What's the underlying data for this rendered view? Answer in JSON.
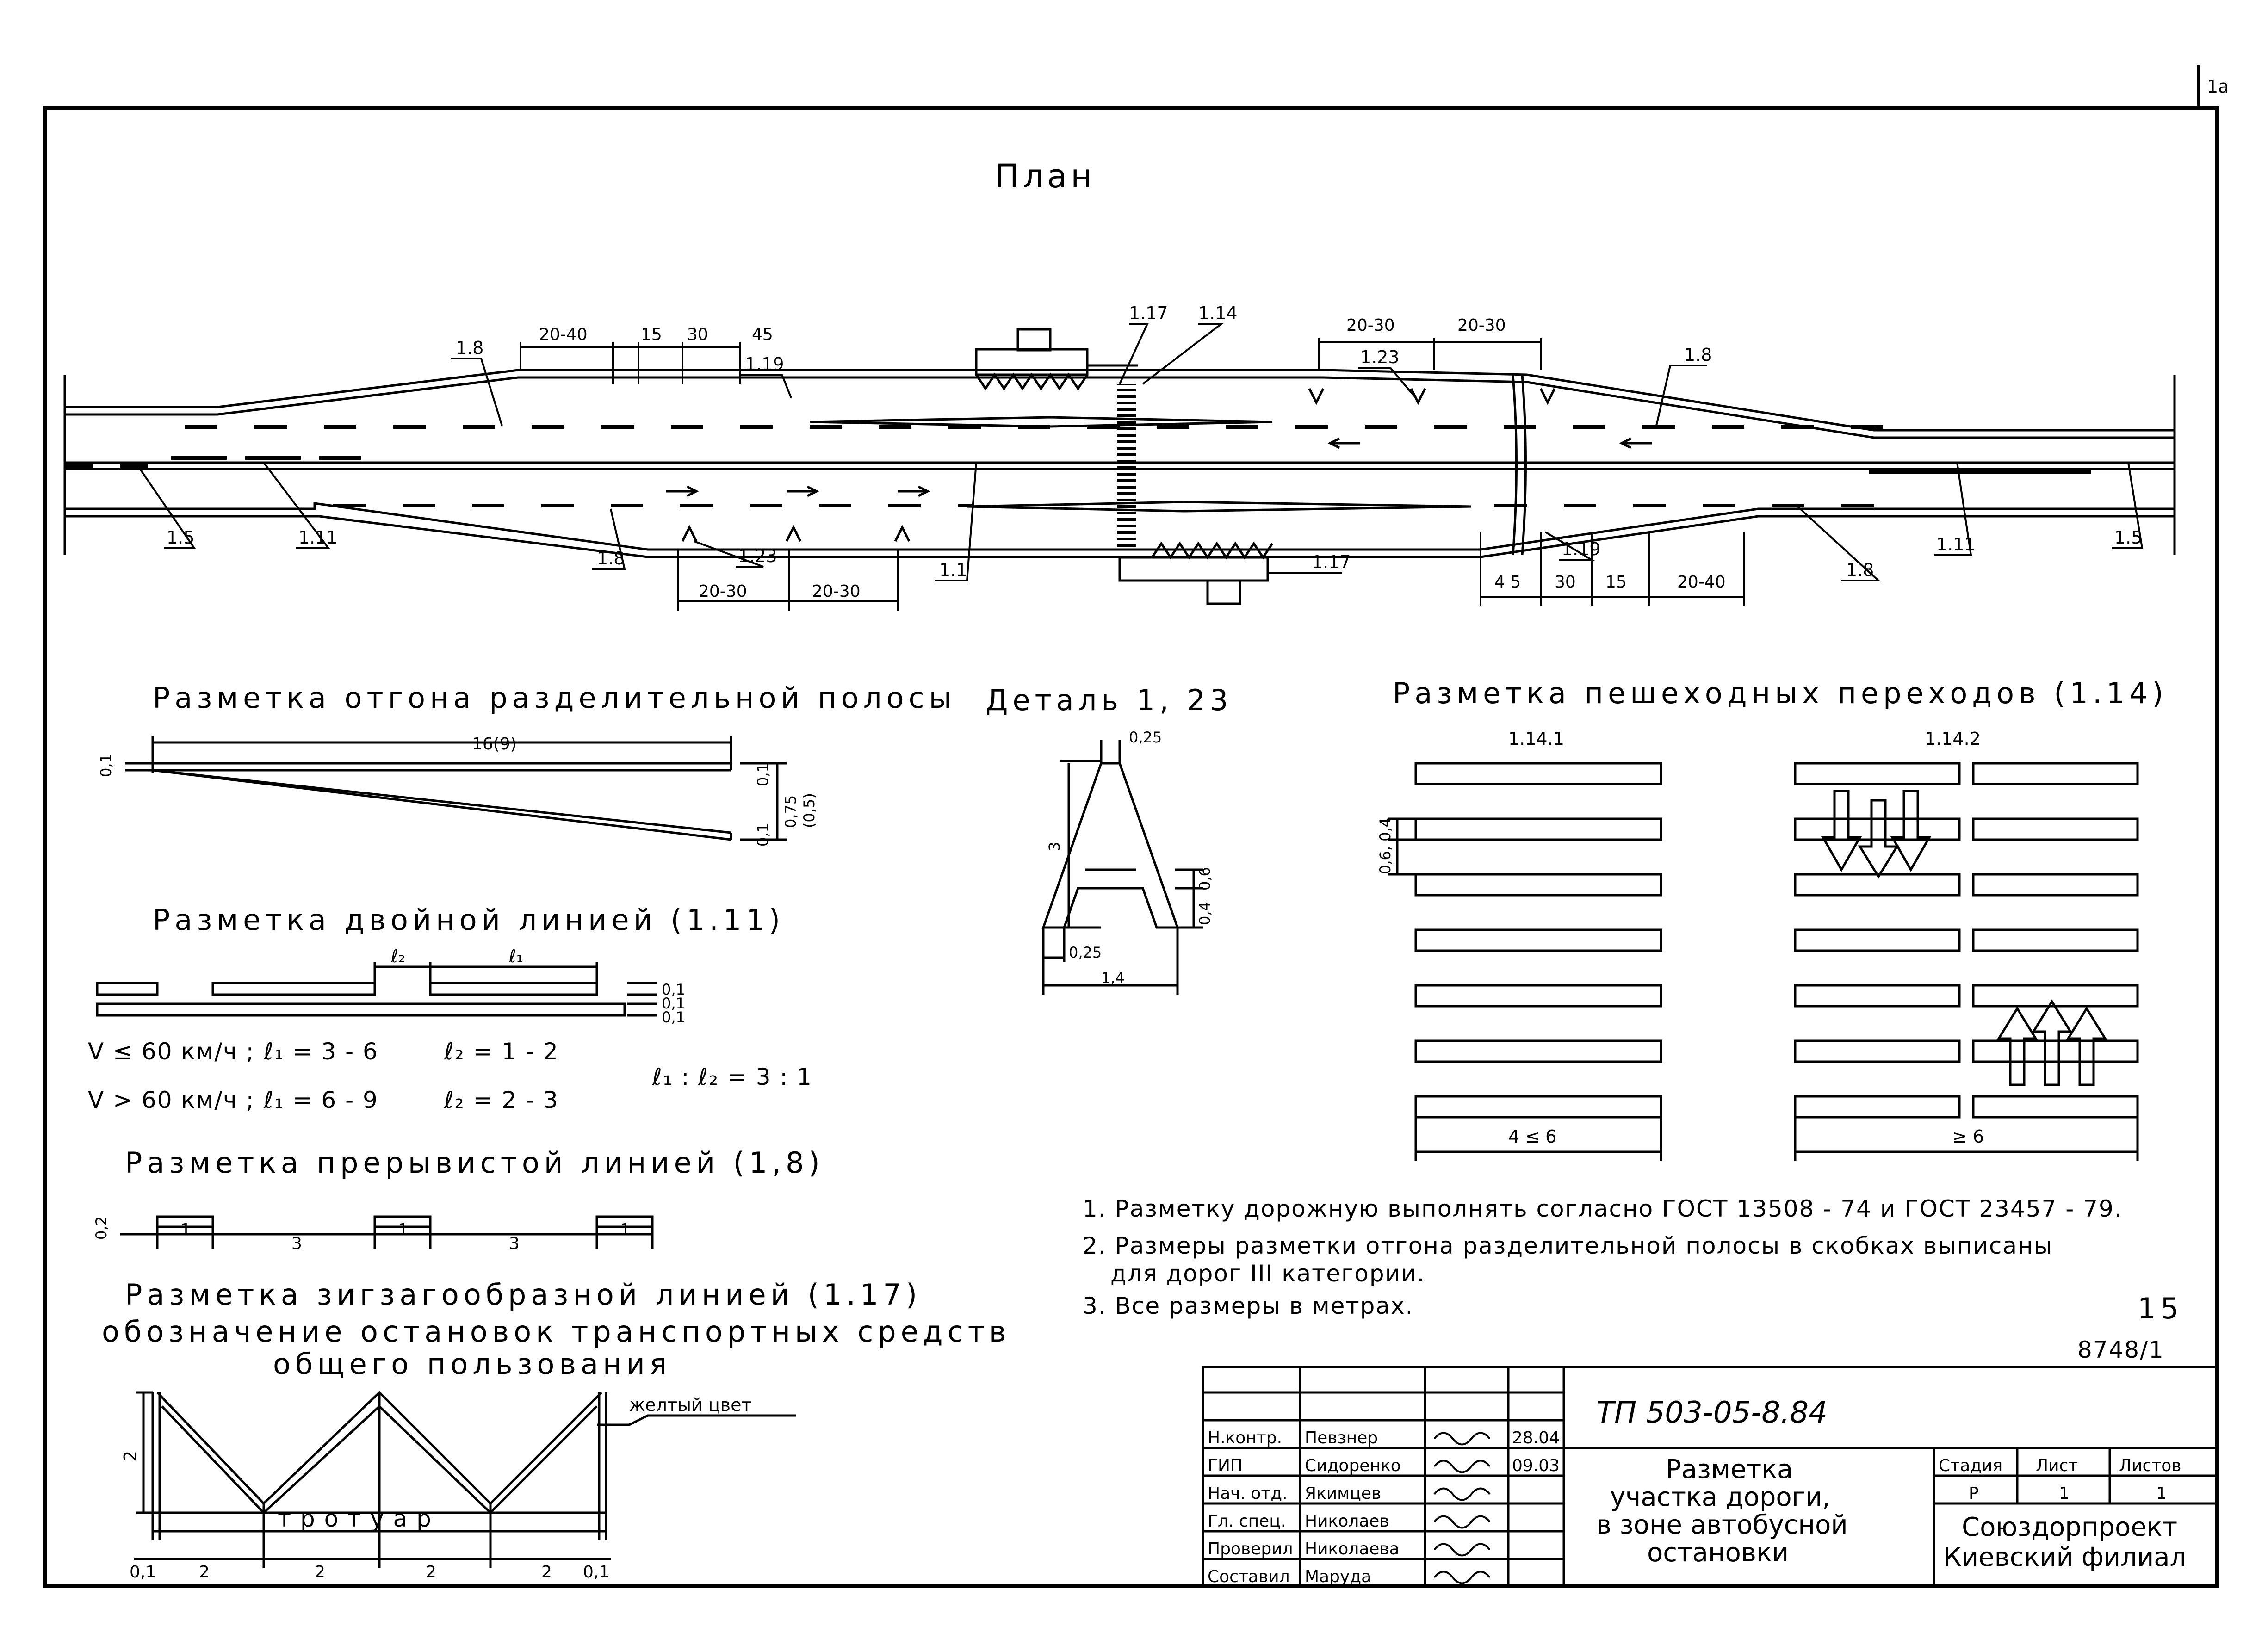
{
  "sheet_mark": "1a",
  "plan": {
    "title": "План",
    "top_dims_left": [
      "20-40",
      "15",
      "30",
      "45"
    ],
    "top_dims_right": [
      "20-30",
      "20-30"
    ],
    "bottom_dims_left": [
      "20-30",
      "20-30"
    ],
    "bottom_dims_right": [
      "4 5",
      "30",
      "15",
      "20-40"
    ],
    "callouts": {
      "l18_tl": "1.8",
      "l119_t": "1.19",
      "l117_t": "1.17",
      "l114_t": "1.14",
      "l123_t": "1.23",
      "l18_tr": "1.8",
      "l15_bl": "1.5",
      "l111_bl": "1.11",
      "l18_bl": "1.8",
      "l123_b": "1.23",
      "l11_b": "1.1",
      "l117_b": "1.17",
      "l119_b": "1.19",
      "l18_br": "1.8",
      "l111_br": "1.11",
      "l15_br": "1.5"
    }
  },
  "otgon": {
    "title": "Разметка  отгона  разделительной  полосы",
    "len": "16(9)",
    "left_w": "0,1",
    "right_w1": "0,1",
    "right_w2": "0,1",
    "depth": "0,75",
    "depth_alt": "(0,5)"
  },
  "double": {
    "title": "Разметка  двойной  линией  (1.11)",
    "l2": "ℓ₂",
    "l1": "ℓ₁",
    "w1": "0,1",
    "w2": "0,1",
    "w3": "0,1",
    "row1": [
      "V ≤ 60 км/ч ;",
      "ℓ₁ = 3 - 6",
      "ℓ₂ = 1 - 2"
    ],
    "row2": [
      "V > 60 км/ч ;",
      "ℓ₁ = 6 - 9",
      "ℓ₂ = 2 - 3"
    ],
    "ratio": "ℓ₁ : ℓ₂ = 3 : 1"
  },
  "dashed": {
    "title": "Разметка  прерывистой  линией  (1,8)",
    "w": "0,2",
    "dims": [
      "1",
      "3",
      "1",
      "3",
      "1"
    ]
  },
  "zigzag": {
    "title1": "Разметка  зигзагообразной  линией  (1.17)",
    "title2": "обозначение  остановок  транспортных  средств",
    "title3": "общего  пользования",
    "color_note": "желтый цвет",
    "height": "2",
    "sidewalk": "т р о т у а р",
    "dims": [
      "0,1",
      "2",
      "2",
      "2",
      "2",
      "0,1"
    ]
  },
  "detail": {
    "title": "Деталь  1, 23",
    "top": "0,25",
    "height": "3",
    "bar_h": "0,6",
    "bar_off": "0,4",
    "bottom": "0,25",
    "width": "1,4"
  },
  "crossing": {
    "title": "Разметка  пешеходных  переходов  (1.14)",
    "left_label": "1.14.1",
    "right_label": "1.14.2",
    "stripe_dim": "0,6, 0,4",
    "left_width": "4 ≤ 6",
    "right_width": "≥ 6"
  },
  "notes": [
    "1. Разметку дорожную выполнять согласно ГОСТ 13508 - 74 и ГОСТ 23457 - 79.",
    "2. Размеры разметки отгона разделительной полосы в скобках выписаны",
    "для дорог  III категории.",
    "3. Все размеры в метрах."
  ],
  "sheet_number": "15",
  "inventory": "8748/1",
  "stamp": {
    "doc": "ТП 503-05-8.84",
    "roles": [
      "Н.контр.",
      "ГИП",
      "Нач. отд.",
      "Гл. спец.",
      "Проверил",
      "Составил"
    ],
    "names": [
      "Певзнер",
      "Сидоренко",
      "Якимцев",
      "Николаев",
      "Николаева",
      "Маруда"
    ],
    "dates": [
      "28.04",
      "09.03",
      "",
      "",
      "",
      ""
    ],
    "sheet_title": [
      "Разметка",
      "участка дороги,",
      "в зоне автобусной",
      "остановки"
    ],
    "col_headers": [
      "Стадия",
      "Лист",
      "Листов"
    ],
    "col_values": [
      "Р",
      "1",
      "1"
    ],
    "org": [
      "Союздорпроект",
      "Киевский филиал"
    ]
  }
}
